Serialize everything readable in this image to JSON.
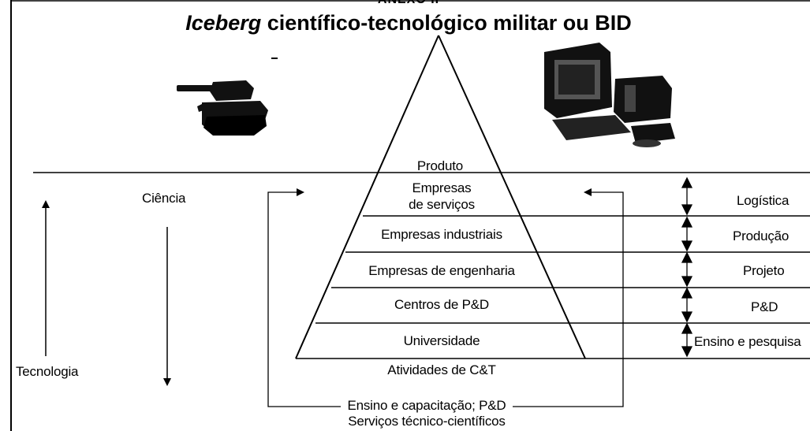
{
  "header_cut": "ANEXO II",
  "title": {
    "italic": "Iceberg",
    "rest": " científico-tecnológico militar ou BID"
  },
  "pyramid": {
    "apex": "Produto",
    "layers": [
      {
        "line1": "Empresas",
        "line2": "de serviços"
      },
      {
        "line1": "Empresas industriais"
      },
      {
        "line1": "Empresas de engenharia"
      },
      {
        "line1": "Centros de P&D"
      },
      {
        "line1": "Universidade"
      }
    ],
    "base_caption": "Atividades de C&T"
  },
  "left": {
    "ciencia": "Ciência",
    "tecnologia": "Tecnologia"
  },
  "right_labels": [
    "Logística",
    "Produção",
    "Projeto",
    "P&D",
    "Ensino e pesquisa"
  ],
  "bottom": {
    "line1": "Ensino e capacitação; P&D",
    "line2": "Serviços técnico-científicos"
  },
  "icons": {
    "left": "tank-icon",
    "right": "computer-icon"
  }
}
